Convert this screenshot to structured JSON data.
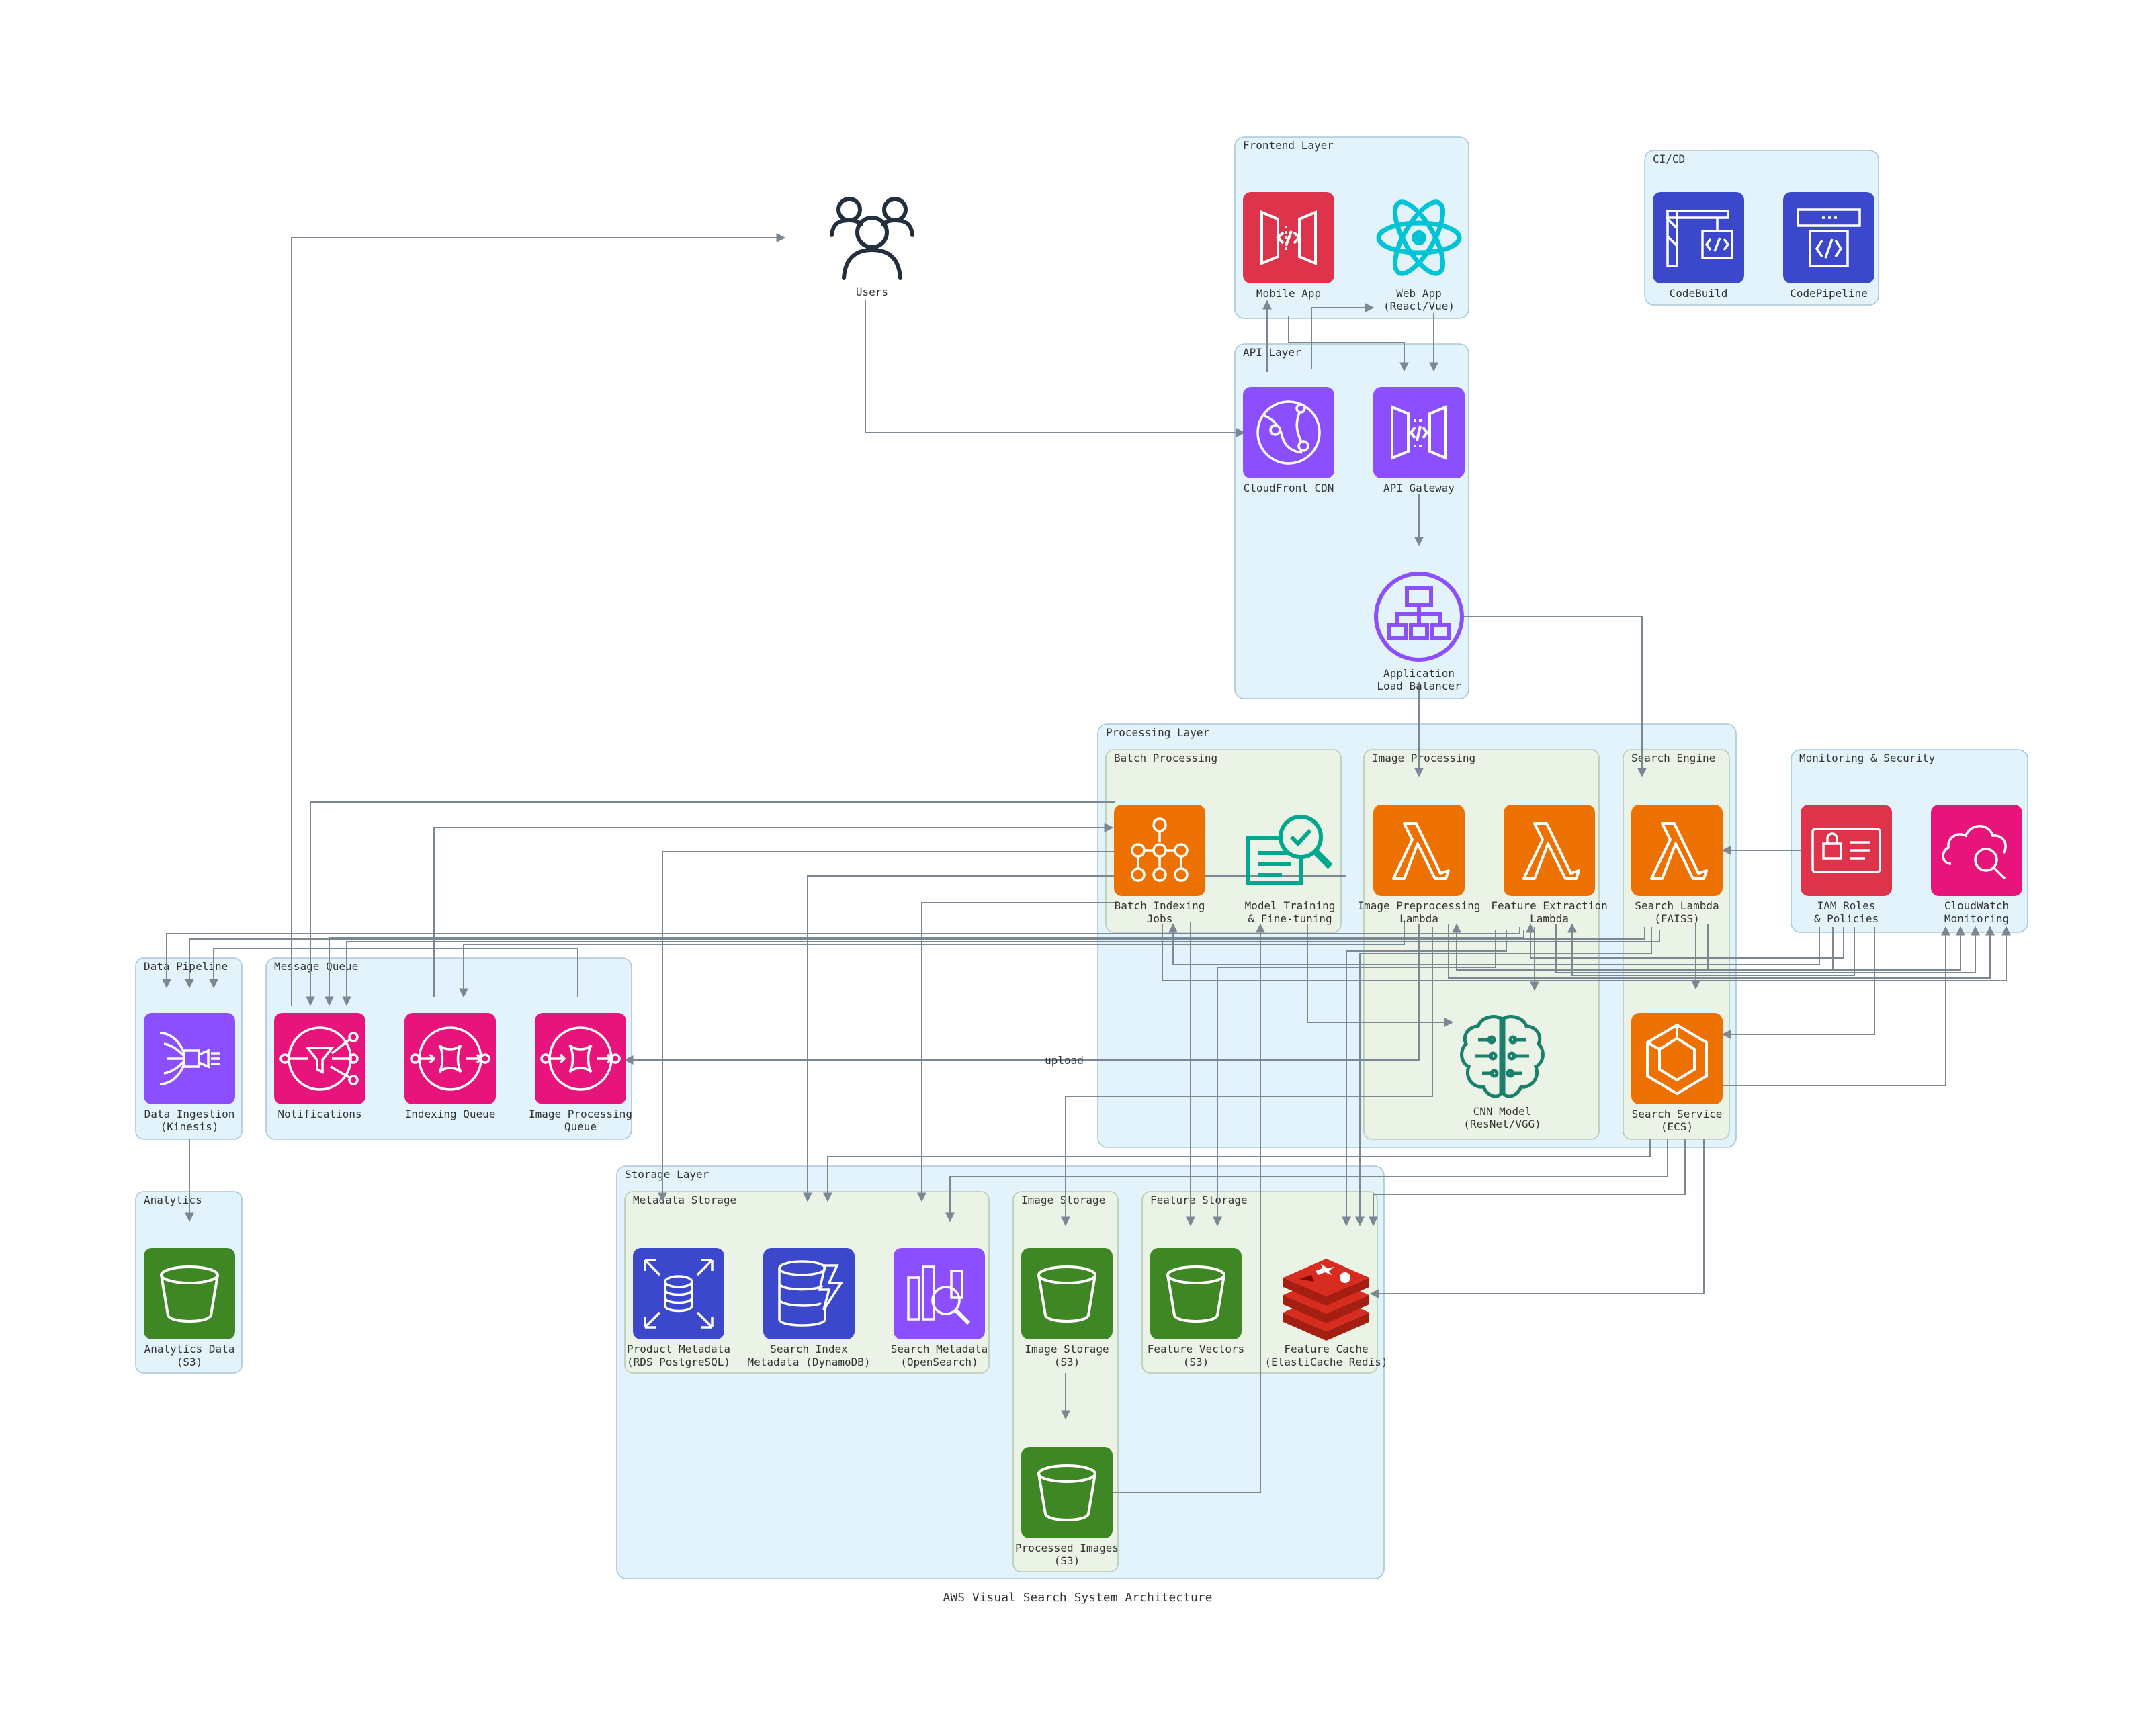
{
  "title": "AWS Visual Search System Architecture",
  "edge_label_upload": "upload",
  "colors": {
    "cluster_fill": "#e2f3fb",
    "cluster_border": "#a9c8d8",
    "subcluster_fill": "#eaf3e6",
    "subcluster_border": "#b8cbb4",
    "edge": "#7b8894",
    "text": "#333333",
    "compute_orange": "#ed7100",
    "network_purple": "#8c4fff",
    "app_pink": "#e7157b",
    "storage_green": "#3f8624",
    "db_blue": "#3b48cc",
    "security_red": "#dd344c",
    "ml_teal": "#01a88d",
    "react_cyan": "#00c4d6",
    "user_dark": "#232f3e"
  },
  "clusters": {
    "frontend": "Frontend Layer",
    "cicd": "CI/CD",
    "api": "API Layer",
    "processing": "Processing Layer",
    "batch": "Batch Processing",
    "image_processing": "Image Processing",
    "search_engine": "Search Engine",
    "monitoring": "Monitoring & Security",
    "data_pipeline": "Data Pipeline",
    "message_queue": "Message Queue",
    "analytics": "Analytics",
    "storage": "Storage Layer",
    "metadata_storage": "Metadata Storage",
    "image_storage": "Image Storage",
    "feature_storage": "Feature Storage"
  },
  "nodes": {
    "users": {
      "lines": [
        "Users"
      ],
      "icon": "users-icon"
    },
    "mobile_app": {
      "lines": [
        "Mobile App"
      ],
      "icon": "mobile-app-icon"
    },
    "web_app": {
      "lines": [
        "Web App",
        "(React/Vue)"
      ],
      "icon": "react-icon"
    },
    "codebuild": {
      "lines": [
        "CodeBuild"
      ],
      "icon": "codebuild-icon"
    },
    "codepipeline": {
      "lines": [
        "CodePipeline"
      ],
      "icon": "codepipeline-icon"
    },
    "cloudfront": {
      "lines": [
        "CloudFront CDN"
      ],
      "icon": "cloudfront-icon"
    },
    "api_gateway": {
      "lines": [
        "API Gateway"
      ],
      "icon": "api-gateway-icon"
    },
    "alb": {
      "lines": [
        "Application",
        "Load Balancer"
      ],
      "icon": "load-balancer-icon"
    },
    "batch_indexing": {
      "lines": [
        "Batch Indexing",
        "Jobs"
      ],
      "icon": "step-functions-icon"
    },
    "model_training": {
      "lines": [
        "Model Training",
        "& Fine-tuning"
      ],
      "icon": "sagemaker-training-icon"
    },
    "img_preprocess": {
      "lines": [
        "Image Preprocessing",
        "Lambda"
      ],
      "icon": "lambda-icon"
    },
    "feature_extraction": {
      "lines": [
        "Feature Extraction",
        "Lambda"
      ],
      "icon": "lambda-icon"
    },
    "cnn_model": {
      "lines": [
        "CNN Model",
        "(ResNet/VGG)"
      ],
      "icon": "brain-icon"
    },
    "search_lambda": {
      "lines": [
        "Search Lambda",
        "(FAISS)"
      ],
      "icon": "lambda-icon"
    },
    "search_service": {
      "lines": [
        "Search Service",
        "(ECS)"
      ],
      "icon": "ecs-icon"
    },
    "iam": {
      "lines": [
        "IAM Roles",
        "& Policies"
      ],
      "icon": "iam-icon"
    },
    "cloudwatch": {
      "lines": [
        "CloudWatch",
        "Monitoring"
      ],
      "icon": "cloudwatch-icon"
    },
    "kinesis": {
      "lines": [
        "Data Ingestion",
        "(Kinesis)"
      ],
      "icon": "kinesis-icon"
    },
    "notifications": {
      "lines": [
        "Notifications"
      ],
      "icon": "sns-icon"
    },
    "indexing_queue": {
      "lines": [
        "Indexing Queue"
      ],
      "icon": "sqs-icon"
    },
    "img_proc_queue": {
      "lines": [
        "Image Processing",
        "Queue"
      ],
      "icon": "sqs-icon"
    },
    "analytics_data": {
      "lines": [
        "Analytics Data",
        "(S3)"
      ],
      "icon": "s3-bucket-icon"
    },
    "rds": {
      "lines": [
        "Product Metadata",
        "(RDS PostgreSQL)"
      ],
      "icon": "rds-icon"
    },
    "dynamodb": {
      "lines": [
        "Search Index",
        "Metadata (DynamoDB)"
      ],
      "icon": "dynamodb-icon"
    },
    "opensearch": {
      "lines": [
        "Search Metadata",
        "(OpenSearch)"
      ],
      "icon": "opensearch-icon"
    },
    "image_storage": {
      "lines": [
        "Image Storage",
        "(S3)"
      ],
      "icon": "s3-bucket-icon"
    },
    "processed_images": {
      "lines": [
        "Processed Images",
        "(S3)"
      ],
      "icon": "s3-bucket-icon"
    },
    "feature_vectors": {
      "lines": [
        "Feature Vectors",
        "(S3)"
      ],
      "icon": "s3-bucket-icon"
    },
    "feature_cache": {
      "lines": [
        "Feature Cache",
        "(ElastiCache Redis)"
      ],
      "icon": "redis-icon"
    }
  }
}
